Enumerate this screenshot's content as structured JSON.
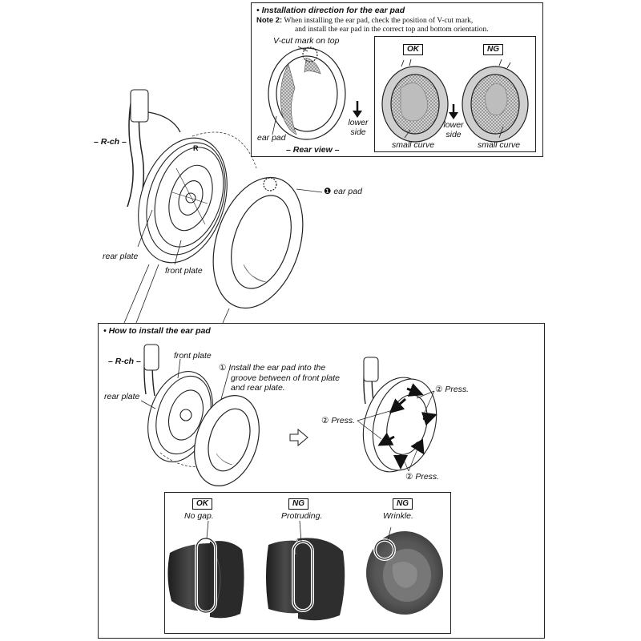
{
  "install_direction": {
    "heading": "Installation direction for the ear pad",
    "note_label": "Note 2:",
    "note_line1": "When installing the ear pad, check the position of V-cut mark,",
    "note_line2": "and install the ear pad in the correct top and bottom orientation.",
    "vcut_label": "V-cut mark on top",
    "ear_pad_label": "ear pad",
    "lower_side_label": "lower side",
    "rear_view_label": "– Rear view –",
    "ok_tag": "OK",
    "ng_tag": "NG",
    "small_curve_ok": "small curve",
    "small_curve_ng": "small curve"
  },
  "exploded_view": {
    "channel_label": "– R-ch –",
    "r_mark": "R",
    "rear_plate_label": "rear plate",
    "front_plate_label": "front plate",
    "ear_pad_callout_num": "❶",
    "ear_pad_callout": "ear pad"
  },
  "how_to_install": {
    "heading": "How to install the ear pad",
    "channel_label": "– R-ch –",
    "front_plate_label": "front plate",
    "rear_plate_label": "rear plate",
    "step1_num": "①",
    "step1_line1": "Install the ear pad into the",
    "step1_line2": "groove between of front plate",
    "step1_line3": "and rear plate.",
    "press_num": "②",
    "press_label": "Press.",
    "check_examples": [
      {
        "tag": "OK",
        "caption": "No gap."
      },
      {
        "tag": "NG",
        "caption": "Protruding."
      },
      {
        "tag": "NG",
        "caption": "Wrinkle."
      }
    ]
  },
  "colors": {
    "line": "#222222",
    "hatch_gray": "#9a9a9a",
    "photo_dark": "#2b2b2b",
    "photo_mid": "#5a5a5a"
  }
}
